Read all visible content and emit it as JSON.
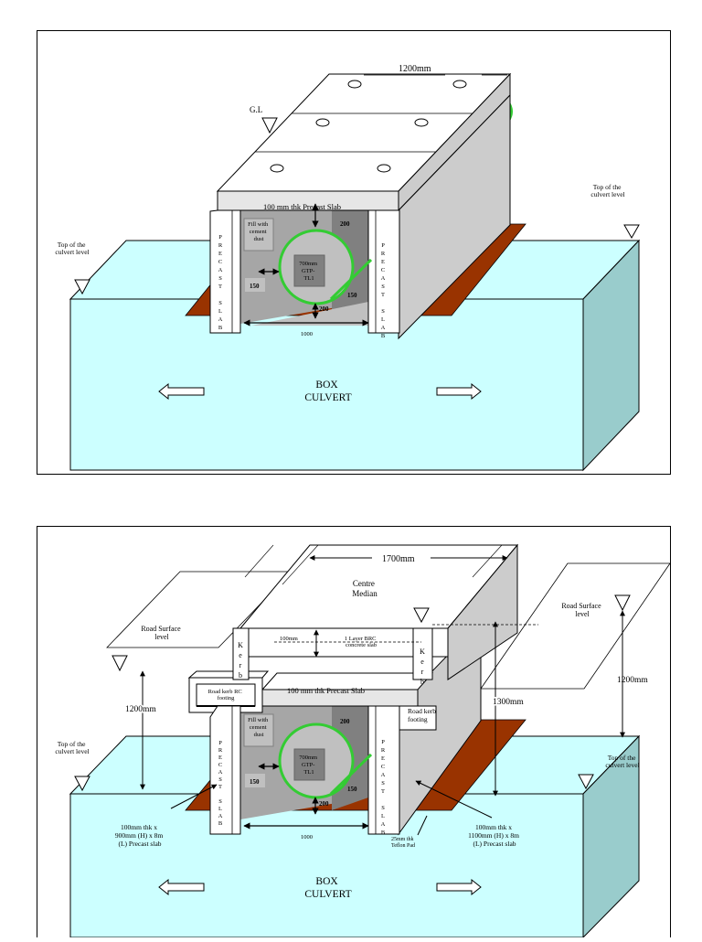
{
  "colors": {
    "water": "#ccffff",
    "water_side": "#99cccc",
    "wall": "#ffffff",
    "slab_top": "#ffffff",
    "slab_front": "#e6e6e6",
    "slab_side": "#cccccc",
    "footing": "#993300",
    "pipe_ring": "#33cc33",
    "interior_dark": "#808080",
    "interior_mid": "#a6a6a6",
    "interior_light": "#c0c0c0"
  },
  "diagram1": {
    "width_label": "1200mm",
    "gl_label": "G.L",
    "slab_label": "100 mm thk Precast Slab",
    "fill_label": [
      "Fill with",
      "cement",
      "dust"
    ],
    "pipe_label": [
      "700mm",
      "GTP-",
      "TL1"
    ],
    "dim_200_top": "200",
    "dim_150_left": "150",
    "dim_150_right": "150",
    "dim_200_bottom": "200",
    "dim_1000": "1000",
    "precast_left": [
      "P",
      "R",
      "E",
      "C",
      "A",
      "S",
      "T",
      "",
      "S",
      "L",
      "A",
      "B"
    ],
    "precast_right": [
      "P",
      "R",
      "E",
      "C",
      "A",
      "S",
      "T",
      "",
      "S",
      "L",
      "A",
      "B"
    ],
    "top_culvert_left": [
      "Top of the",
      "culvert level"
    ],
    "top_culvert_right": [
      "Top of the",
      "culvert level"
    ],
    "box_culvert": [
      "BOX",
      "CULVERT"
    ]
  },
  "diagram2": {
    "width_label": "1700mm",
    "centre_median": [
      "Centre",
      "Median"
    ],
    "road_surface_left": [
      "Road Surface",
      "level"
    ],
    "road_surface_right": [
      "Road Surface",
      "level"
    ],
    "dim_100mm": "100mm",
    "brc_label": [
      "1 Layer BRC",
      "concrete slab"
    ],
    "kerb_left": [
      "K",
      "e",
      "r",
      "b"
    ],
    "kerb_right": [
      "K",
      "e",
      "r",
      "b"
    ],
    "road_kerb_rc": [
      "Road kerb RC",
      "footing"
    ],
    "slab_label": "100 mm thk Precast Slab",
    "dim_1300": "1300mm",
    "road_kerb_footing": [
      "Road kerb",
      "footing"
    ],
    "dim_1200_left": "1200mm",
    "dim_1200_right": "1200mm",
    "top_culvert_left": [
      "Top of the",
      "culvert level"
    ],
    "top_culvert_right": [
      "Top of the",
      "culvert level"
    ],
    "fill_label": [
      "Fill with",
      "cement",
      "dust"
    ],
    "pipe_label": [
      "700mm",
      "GTP-",
      "TL1"
    ],
    "dim_200_top": "200",
    "dim_150_left": "150",
    "dim_150_right": "150",
    "dim_200_bottom": "200",
    "dim_1000": "1000",
    "precast_left": [
      "P",
      "R",
      "E",
      "C",
      "A",
      "S",
      "T",
      "",
      "S",
      "L",
      "A",
      "B"
    ],
    "precast_right": [
      "P",
      "R",
      "E",
      "C",
      "A",
      "S",
      "T",
      "",
      "S",
      "L",
      "A",
      "B"
    ],
    "note_left": [
      "100mm thk x",
      "900mm (H) x 8m",
      "(L) Precast slab"
    ],
    "note_right": [
      "100mm thk x",
      "1100mm (H) x 8m",
      "(L) Precast slab"
    ],
    "teflon": [
      "25mm thk",
      "Teflon Pad"
    ],
    "box_culvert": [
      "BOX",
      "CULVERT"
    ]
  }
}
